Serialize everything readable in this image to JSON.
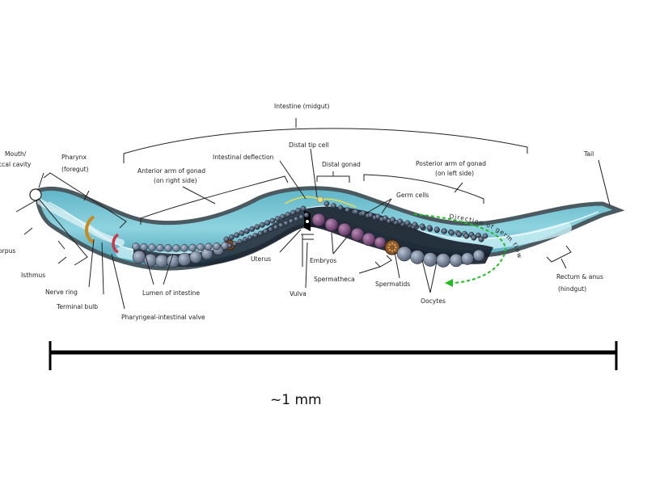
{
  "labels": {
    "intestine_midgut": "Intestine (midgut)",
    "mouth_line1": "Mouth/",
    "mouth_line2": "ccal cavity",
    "pharynx_line1": "Pharynx",
    "pharynx_line2": "(foregut)",
    "intestinal_deflection": "Intestinal deflection",
    "distal_tip_cell": "Distal tip cell",
    "distal_gonad": "Distal gonad",
    "anterior_arm_line1": "Anterior arm of gonad",
    "anterior_arm_line2": "(on right side)",
    "posterior_arm_line1": "Posterior arm of gonad",
    "posterior_arm_line2": "(on left side)",
    "tail": "Tail",
    "germ_cells": "Germ cells",
    "direction_of_germ_flow": "Direction of germ flow",
    "corpus": "orpus",
    "isthmus": "Isthmus",
    "nerve_ring": "Nerve ring",
    "terminal_bulb": "Terminal bulb",
    "pharyngeal_intestinal_valve": "Pharyngeal-intestinal valve",
    "lumen_of_intestine": "Lumen of intestine",
    "uterus": "Uterus",
    "vulva": "Vulva",
    "embryos": "Embryos",
    "spermatheca": "Spermatheca",
    "spermatids": "Spermatids",
    "oocytes": "Oocytes",
    "rectum_line1": "Rectum & anus",
    "rectum_line2": "(hindgut)"
  },
  "scale": {
    "label": "~1 mm"
  },
  "colors": {
    "body_outline": "#4a5a60",
    "body_fill": "#7ec8d8",
    "intestine": "#a6dbe6",
    "oocyte": "#6e7b91",
    "embryo": "#7a4a78",
    "germ_cell": "#334055",
    "nerve_ring": "#c88a1a",
    "valve": "#c83a4a",
    "flow_arrow": "#22bb22"
  }
}
